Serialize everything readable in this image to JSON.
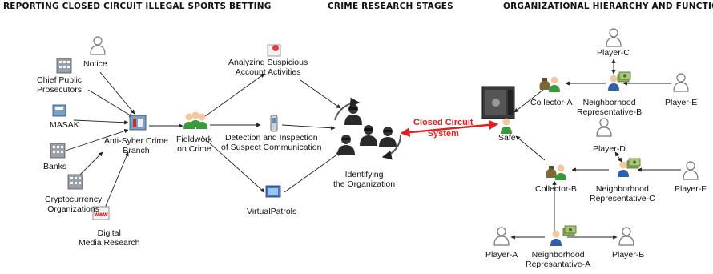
{
  "headers": {
    "left": "REPORTING CLOSED CIRCUIT ILLEGAL SPORTS BETTING",
    "middle": "CRIME RESEARCH STAGES",
    "right": "ORGANIZATIONAL HIERARCHY AND FUNCTION"
  },
  "reporting": {
    "notice": "Notice",
    "prosecutors": [
      "Chief Public",
      "Prosecutors"
    ],
    "masak": "MASAK",
    "banks": "Banks",
    "crypto": [
      "Cryptocurrency",
      "Organizations"
    ],
    "digital": [
      "Digital",
      "Media Research"
    ],
    "branch": [
      "Anti-Syber Crime",
      "Branch"
    ]
  },
  "stages": {
    "fieldwork": [
      "Fieldwork",
      "on Crime"
    ],
    "analyzing": [
      "Analyzing Suspicious",
      "Account Activities"
    ],
    "detection": [
      "Detection and Inspection",
      "of Suspect Communication"
    ],
    "patrols": "VirtualPatrols",
    "identifying": [
      "Identifying",
      "the Organization"
    ]
  },
  "link_label": [
    "Closed Circuit",
    "System"
  ],
  "hierarchy": {
    "safe": "Safe",
    "collector_a": "Co lector-A",
    "collector_b": "Collector-B",
    "rep_b": [
      "Neighborhood",
      "Representative-B"
    ],
    "rep_c": [
      "Neighborhood",
      "Representative-C"
    ],
    "rep_a": [
      "Neighborhood",
      "Represantative-A"
    ],
    "player_a": "Player-A",
    "player_b": "Player-B",
    "player_c": "Player-C",
    "player_d": "Player-D",
    "player_e": "Player-E",
    "player_f": "Player-F"
  },
  "colors": {
    "accent": "#e02020",
    "arrow": "#222222",
    "person_outline": "#777777",
    "agent_blue": "#2d5fb0",
    "money": "#6a8a3a"
  }
}
